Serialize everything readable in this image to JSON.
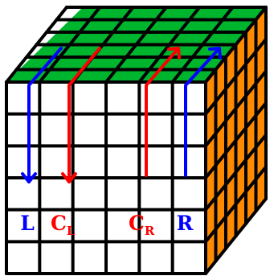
{
  "cube": {
    "size": 6,
    "faces": {
      "top": {
        "color": "#00b52e"
      },
      "front": {
        "color": "#ffffff"
      },
      "right": {
        "color": "#ff8a00"
      }
    },
    "grid_color": "#000000"
  },
  "moves": [
    {
      "id": "L",
      "label": "L",
      "sub": "",
      "direction": "down",
      "color": "#0000ff"
    },
    {
      "id": "CL",
      "label": "C",
      "sub": "L",
      "direction": "down",
      "color": "#ff0000"
    },
    {
      "id": "CR",
      "label": "C",
      "sub": "R",
      "direction": "up",
      "color": "#ff0000"
    },
    {
      "id": "R",
      "label": "R",
      "sub": "",
      "direction": "up",
      "color": "#0000ff"
    }
  ]
}
